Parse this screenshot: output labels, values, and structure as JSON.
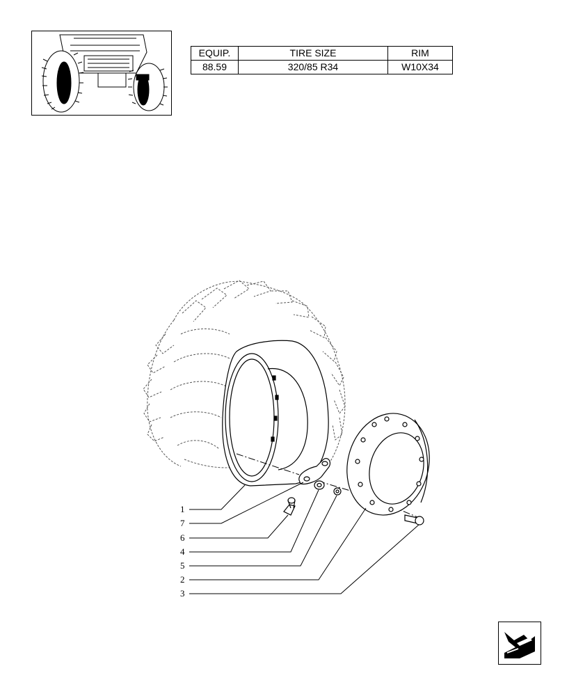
{
  "table": {
    "headers": [
      "EQUIP.",
      "TIRE SIZE",
      "RIM"
    ],
    "rows": [
      [
        "88.59",
        "320/85 R34",
        "W10X34"
      ]
    ]
  },
  "callouts": [
    "1",
    "7",
    "6",
    "4",
    "5",
    "2",
    "3"
  ],
  "icons": {
    "thumbnail": "tractor-wheel-thumbnail",
    "nav": "next-page-arrow-icon"
  }
}
